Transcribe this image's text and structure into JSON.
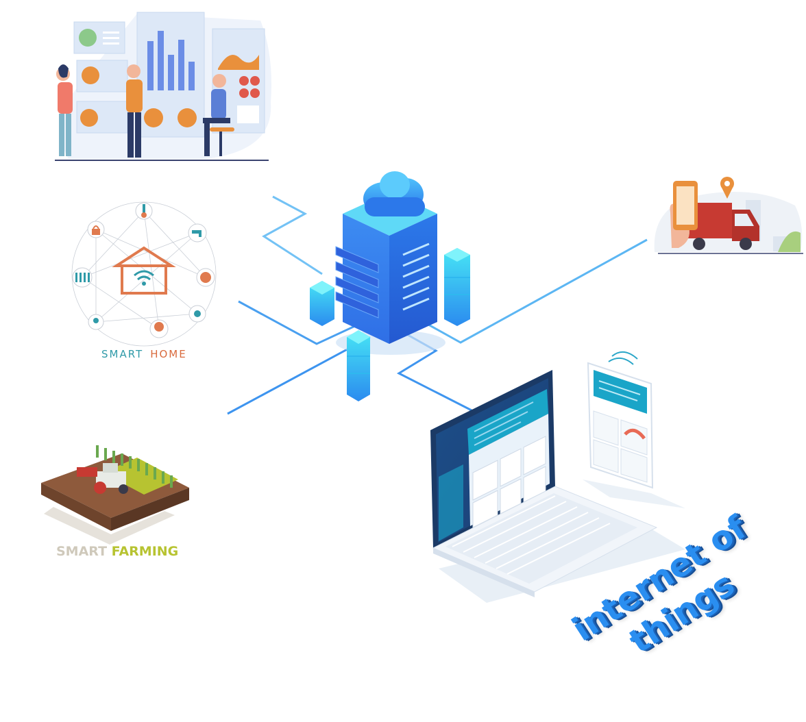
{
  "labels": {
    "smart_home_1": "SMART",
    "smart_home_2": "HOME",
    "smart_farming_1": "SMART ",
    "smart_farming_2": "FARMING",
    "iot_line1": "internet of",
    "iot_line2": "things"
  },
  "colors": {
    "primary_blue": "#2a8ef0",
    "cyan": "#33d2ef",
    "teal": "#2f9aa8",
    "orange": "#e9903c",
    "farm_green": "#b7c331"
  },
  "icons": [
    "cloud-icon",
    "server-icon",
    "lock-icon",
    "thermometer-icon",
    "faucet-icon",
    "fence-icon",
    "globe-icon",
    "location-pin-icon",
    "lightbulb-icon",
    "camera-icon",
    "wifi-icon",
    "delivery-truck-icon",
    "phone-icon",
    "tractor-icon",
    "laptop-icon",
    "tablet-icon"
  ]
}
